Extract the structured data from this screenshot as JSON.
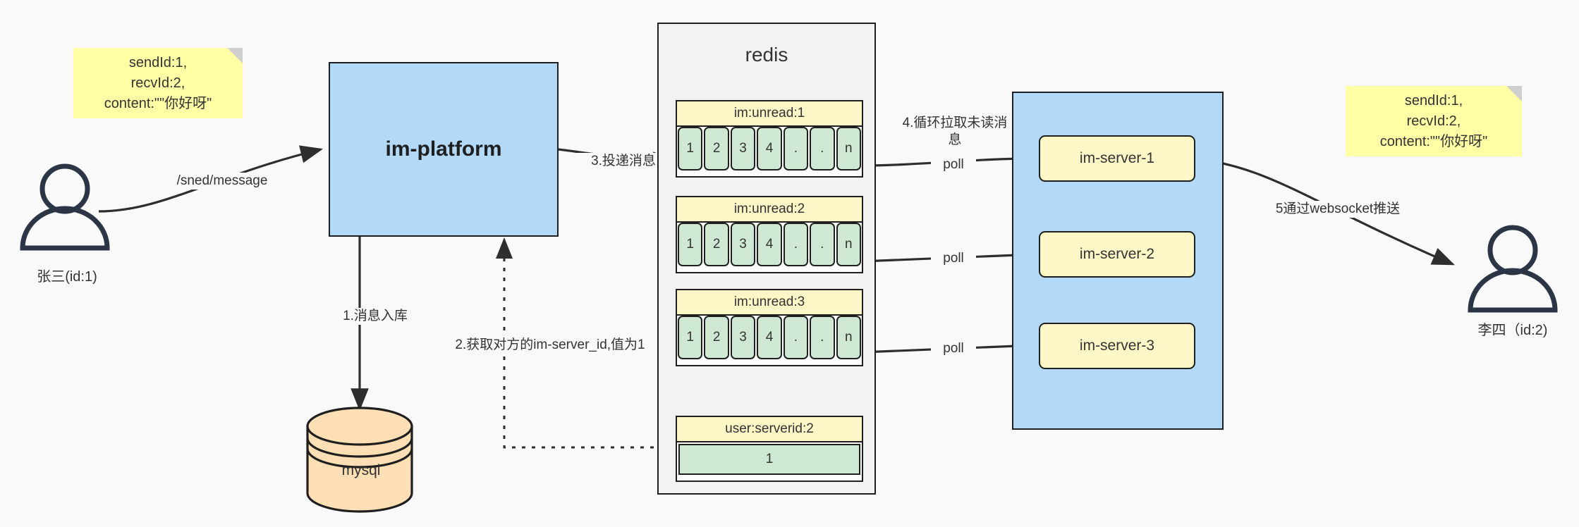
{
  "diagram": {
    "title": "IM message delivery architecture",
    "colors": {
      "background": "#f9f9f9",
      "note_fill": "#ffffa6",
      "blue_fill": "#b3d9f7",
      "redis_fill": "#f2f2f2",
      "key_header_fill": "#fdf6c6",
      "cell_fill": "#cfe8d3",
      "mysql_fill": "#fcdfb4",
      "stroke": "#1f1f1f",
      "actor_stroke": "#2b3545"
    }
  },
  "notes": {
    "left": "sendId:1,\nrecvId:2,\ncontent:\"\"你好呀\"",
    "right": "sendId:1,\nrecvId:2,\ncontent:\"\"你好呀\""
  },
  "actors": {
    "sender": {
      "label": "张三(id:1)",
      "icon": "user-icon"
    },
    "receiver": {
      "label": "李四（id:2)",
      "icon": "user-icon"
    }
  },
  "nodes": {
    "im_platform": "im-platform",
    "mysql": "mysql",
    "redis": "redis"
  },
  "redis_keys": [
    {
      "name": "im:unread:1",
      "cells": [
        "1",
        "2",
        "3",
        "4",
        ".",
        ".",
        "n"
      ]
    },
    {
      "name": "im:unread:2",
      "cells": [
        "1",
        "2",
        "3",
        "4",
        ".",
        ".",
        "n"
      ]
    },
    {
      "name": "im:unread:3",
      "cells": [
        "1",
        "2",
        "3",
        "4",
        ".",
        ".",
        "n"
      ]
    }
  ],
  "redis_single": {
    "name": "user:serverid:2",
    "value": "1"
  },
  "servers": [
    {
      "label": "im-server-1"
    },
    {
      "label": "im-server-2"
    },
    {
      "label": "im-server-3"
    }
  ],
  "edges": {
    "send_message": "/sned/message",
    "step1": "1.消息入库",
    "step2": "2.获取对方的im-server_id,值为1",
    "step3": "3.投递消息",
    "step4": "4.循环拉取未读消\n息",
    "poll1": "poll",
    "poll2": "poll",
    "poll3": "poll",
    "step5": "5通过websocket推送"
  }
}
